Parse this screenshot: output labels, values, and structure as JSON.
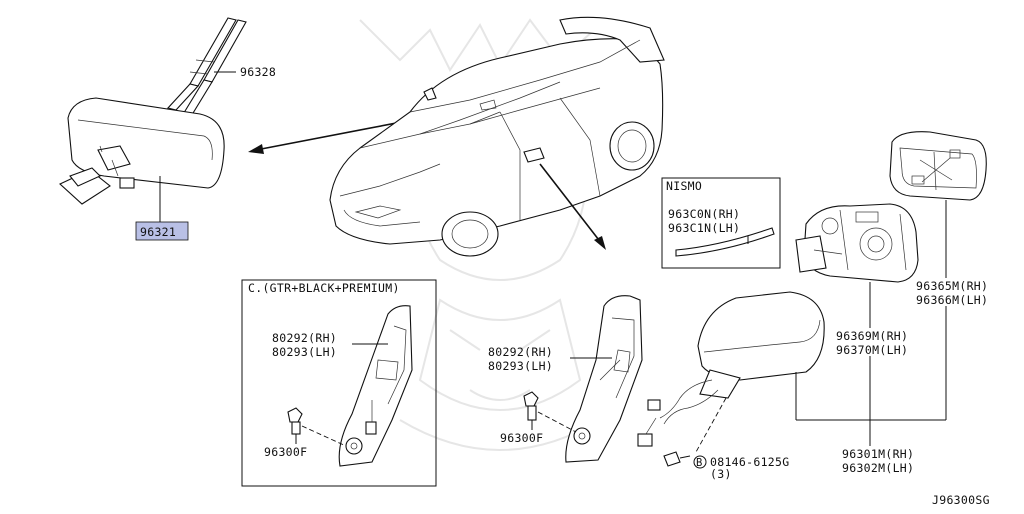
{
  "diagram": {
    "ref_code": "J96300SG",
    "callouts": {
      "p96328": "96328",
      "p96321": "96321",
      "nismo_header": "NISMO",
      "p963C0N": "963C0N(RH)",
      "p963C1N": "963C1N(LH)",
      "p96365M": "96365M(RH)",
      "p96366M": "96366M(LH)",
      "p96369M": "96369M(RH)",
      "p96370M": "96370M(LH)",
      "p96301M": "96301M(RH)",
      "p96302M": "96302M(LH)",
      "bolt_code": "08146-6125G",
      "bolt_qty": "(3)",
      "bolt_letter": "B",
      "inset_header": "C.(GTR+BLACK+PREMIUM)",
      "inset_80292": "80292(RH)",
      "inset_80293": "80293(LH)",
      "inset_96300F": "96300F",
      "main_80292": "80292(RH)",
      "main_80293": "80293(LH)",
      "main_96300F": "96300F"
    },
    "highlight_color": "#b9c0e6"
  }
}
